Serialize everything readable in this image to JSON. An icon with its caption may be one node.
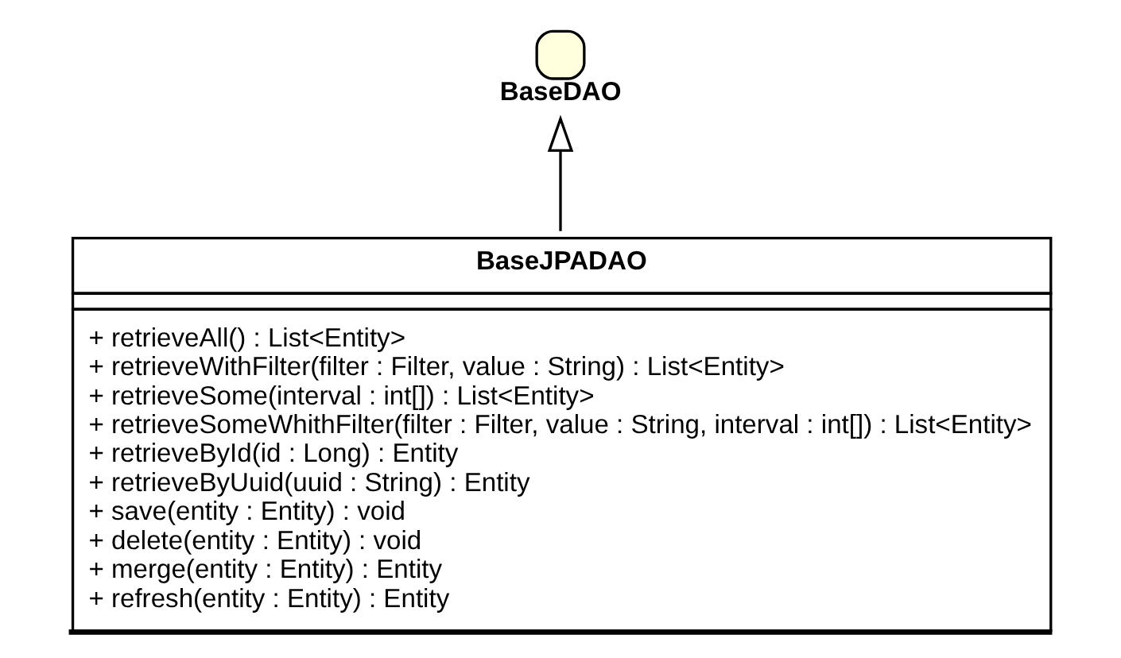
{
  "diagram": {
    "nodes": [
      {
        "text": [
          "BaseDAO"
        ]
      },
      {
        "text": [
          "BaseJPADAO",
          "+ retrieveAll() : List<Entity>",
          "+ retrieveWithFilter(filter : Filter, value : String) : List<Entity>",
          "+ retrieveSome(interval : int[]) : List<Entity>",
          "+ retrieveSomeWhithFilter(filter : Filter, value : String, interval : int[]) : List<Entity>",
          "+ retrieveById(id : Long) : Entity",
          "+ retrieveByUuid(uuid : String) : Entity",
          "+ save(entity : Entity) : void",
          "+ delete(entity : Entity) : void",
          "+ merge(entity : Entity) : Entity",
          "+ refresh(entity : Entity) : Entity"
        ]
      }
    ],
    "edges": [
      {
        "from": 1,
        "to": 0,
        "arrow": "to"
      }
    ]
  }
}
